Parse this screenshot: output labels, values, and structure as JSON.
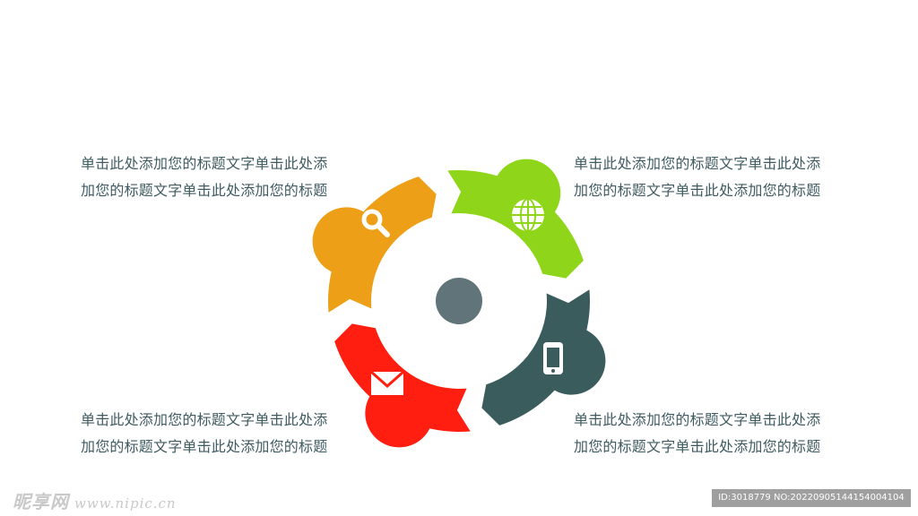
{
  "text_blocks": {
    "top_left": [
      "单击此处添加您的标题文字单击此处添",
      "加您的标题文字单击此处添加您的标题"
    ],
    "top_right": [
      "单击此处添加您的标题文字单击此处添",
      "加您的标题文字单击此处添加您的标题"
    ],
    "bottom_left": [
      "单击此处添加您的标题文字单击此处添",
      "加您的标题文字单击此处添加您的标题"
    ],
    "bottom_right": [
      "单击此处添加您的标题文字单击此处添",
      "加您的标题文字单击此处添加您的标题"
    ]
  },
  "segments": [
    {
      "name": "orange",
      "color": "#eda017",
      "icon": "search-icon"
    },
    {
      "name": "green",
      "color": "#8fd61a",
      "icon": "globe-icon"
    },
    {
      "name": "dark-teal",
      "color": "#3a5c5d",
      "icon": "phone-icon"
    },
    {
      "name": "red",
      "color": "#ff1e10",
      "icon": "mail-icon"
    }
  ],
  "center_color": "#607479",
  "watermark": {
    "left_brand": "昵享网",
    "left_url": "www.nipic.cn",
    "right_id": "ID:3018779 NO:20220905144154004104"
  }
}
